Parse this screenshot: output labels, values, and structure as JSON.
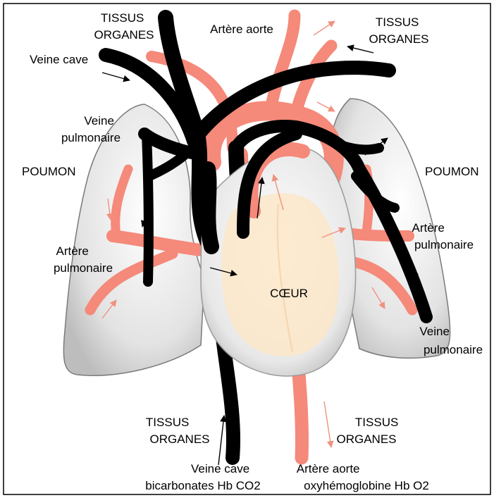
{
  "colors": {
    "artery": "#f5897a",
    "artery_arrow": "#f0917f",
    "vein": "#000000",
    "lung_fill": "#e6e6e6",
    "lung_stroke": "#6f6f6f",
    "heart_inner": "#fbe6c9",
    "background": "#ffffff",
    "frame": "#000000"
  },
  "labels": {
    "tissus_organes_top_left": [
      "TISSUS",
      "ORGANES"
    ],
    "tissus_organes_top_right": [
      "TISSUS",
      "ORGANES"
    ],
    "tissus_organes_bottom_left": [
      "TISSUS",
      "ORGANES"
    ],
    "tissus_organes_bottom_right": [
      "TISSUS",
      "ORGANES"
    ],
    "arteria_aorta_top": "Artère aorte",
    "veine_cave_top": "Veine cave",
    "veine_pulmonaire_left": [
      "Veine",
      "pulmonaire"
    ],
    "poumon_left": "POUMON",
    "poumon_right": "POUMON",
    "artere_pulmonaire_left": [
      "Artère",
      "pulmonaire"
    ],
    "artere_pulmonaire_right": [
      "Artère",
      "pulmonaire"
    ],
    "veine_pulmonaire_right": [
      "Veine",
      "pulmonaire"
    ],
    "coeur": "CŒUR",
    "veine_cave_bottom": [
      "Veine cave",
      "bicarbonates Hb CO2"
    ],
    "artere_aorte_bottom": [
      "Artère aorte",
      "oxyhémoglobine Hb O2"
    ]
  }
}
